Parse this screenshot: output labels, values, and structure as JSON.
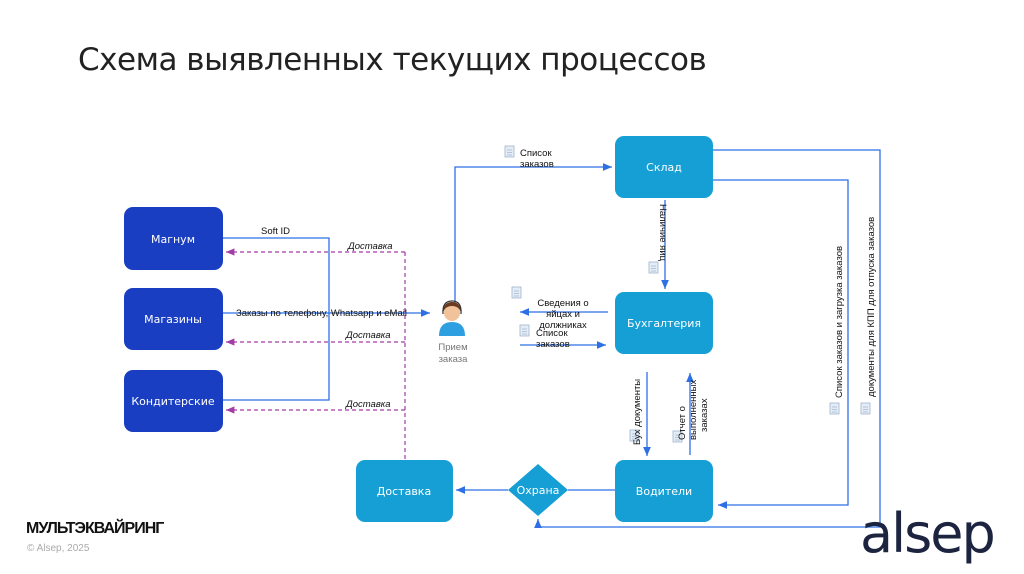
{
  "title": "Схема выявленных текущих процессов",
  "nodes": {
    "magnum": "Магнум",
    "magaziny": "Магазины",
    "konditerskie": "Кондитерские",
    "sklad": "Склад",
    "buhgalteria": "Бухгалтерия",
    "voditeli": "Водители",
    "dostavka": "Доставка",
    "ohrana": "Охрана",
    "priem": [
      "Прием",
      "заказа"
    ]
  },
  "edges": {
    "soft_id": "Soft ID",
    "zakazy": "Заказы по телефону, Whatsapp и eMail",
    "dostavka": "Доставка",
    "spisok_zakazov": [
      "Список",
      "заказов"
    ],
    "svedenia": [
      "Сведения о",
      "яйцах и",
      "должниках"
    ],
    "nalichie": "Наличие яиц",
    "buh_docs": "Бух  документы",
    "otchet": [
      "Отчет о",
      "выполненных",
      "заказах"
    ],
    "spisok_zagruzka": "Список заказов и загрузка заказов",
    "docs_kpp": "документы для КПП для отпуска заказов"
  },
  "colors": {
    "dark_box": "#1a3ec2",
    "light_box": "#159fd5",
    "arrow": "#2f6fe6",
    "dashed": "#a23ca6"
  },
  "footer": {
    "brand": "МУЛЬТЭКВАЙРИНГ",
    "copyright": "© Alsep, 2025",
    "logo": "alsep"
  }
}
